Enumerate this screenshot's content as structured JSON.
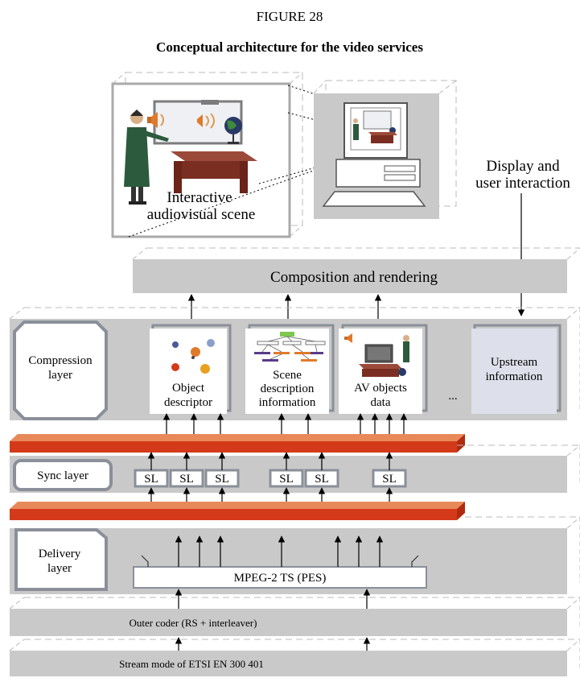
{
  "figure": {
    "number": "FIGURE 28",
    "title": "Conceptual architecture for the video services"
  },
  "scene": {
    "label_line1": "Interactive",
    "label_line2": "audiovisual scene"
  },
  "display": {
    "label_line1": "Display and",
    "label_line2": "user interaction"
  },
  "composition": {
    "label": "Composition and rendering"
  },
  "compression": {
    "layer_line1": "Compression",
    "layer_line2": "layer",
    "object_line1": "Object",
    "object_line2": "descriptor",
    "scene_line1": "Scene",
    "scene_line2": "description",
    "scene_line3": "information",
    "av_line1": "AV objects",
    "av_line2": "data",
    "ellipsis": "...",
    "upstream_line1": "Upstream",
    "upstream_line2": "information"
  },
  "sync": {
    "layer": "Sync layer",
    "sl_labels": [
      "SL",
      "SL",
      "SL",
      "SL",
      "SL",
      "SL"
    ]
  },
  "delivery": {
    "layer_line1": "Delivery",
    "layer_line2": "layer",
    "ts": "MPEG-2 TS (PES)"
  },
  "outer": {
    "label": "Outer coder (RS + interleaver)"
  },
  "stream": {
    "label": "Stream mode of ETSI EN 300 401"
  },
  "colors": {
    "panel": "#c9c9c9",
    "band": "#d43a1a",
    "band_edge": "#e8895a",
    "upstream_fill": "#dde0ea",
    "frame": "#8a8f99"
  }
}
